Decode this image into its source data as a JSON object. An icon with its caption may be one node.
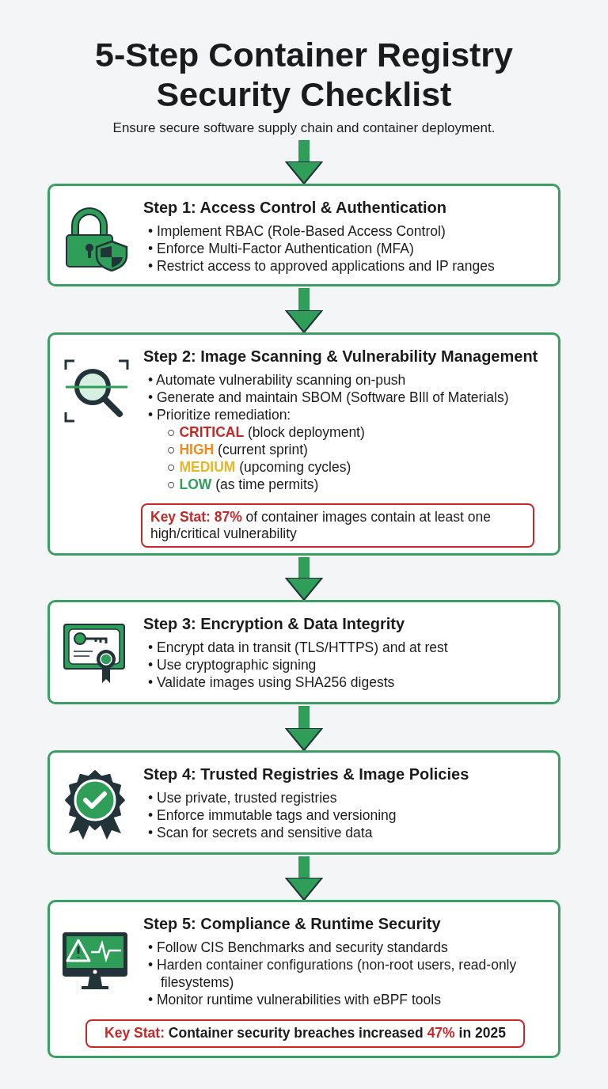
{
  "diagram": {
    "title": "5-Step Container Registry Security Checklist",
    "nodes": [
      {
        "text": [
          "Ensure secure software supply chain and container deployment."
        ]
      },
      {
        "text": [
          "Step 1: Access Control & Authentication",
          "• Implement RBAC (Role-Based Access Control)",
          "• Enforce Multi-Factor Authentication (MFA)",
          "• Restrict access to approved applications and IP ranges"
        ]
      },
      {
        "text": [
          "Step 2: Image Scanning & Vulnerability Management",
          "• Automate vulnerability scanning on-push",
          "• Generate and maintain SBOM (Software BIll of Materials)",
          "• Prioritize remediation:",
          "○ **CRITICAL** (block deployment)",
          "○ **HIGH** (current sprint)",
          "○ **MEDIUM** (upcoming cycles)",
          "○ **LOW** (as time permits)"
        ]
      },
      {
        "text": [
          "**Key Stat: 87%** of container images contain at least one high/critical vulnerability"
        ],
        "in": 2
      },
      {
        "text": [
          "Step 3: Encryption & Data Integrity",
          "• Encrypt data in transit (TLS/HTTPS) and at rest",
          "• Use cryptographic signing",
          "• Validate images using SHA256 digests"
        ]
      },
      {
        "text": [
          "Step 4: Trusted Registries & Image Policies",
          "• Use private, trusted registries",
          "• Enforce immutable tags and versioning",
          "• Scan for secrets and sensitive data"
        ]
      },
      {
        "text": [
          "Step 5: Compliance & Runtime Security",
          "• Follow CIS Benchmarks and security standards",
          "• Harden container configurations (non-root users, read-only filesystems)",
          "• Monitor runtime vulnerabilities with eBPF tools"
        ]
      },
      {
        "text": [
          "**Key Stat:** Container security breaches increased **47%** in 2025"
        ],
        "in": 6
      }
    ],
    "edges": [
      {
        "from": 0,
        "to": 1,
        "arrow": "to"
      },
      {
        "from": 1,
        "to": 2,
        "arrow": "to"
      },
      {
        "from": 2,
        "to": 4,
        "arrow": "to"
      },
      {
        "from": 4,
        "to": 5,
        "arrow": "to"
      },
      {
        "from": 5,
        "to": 6,
        "arrow": "to"
      }
    ]
  }
}
